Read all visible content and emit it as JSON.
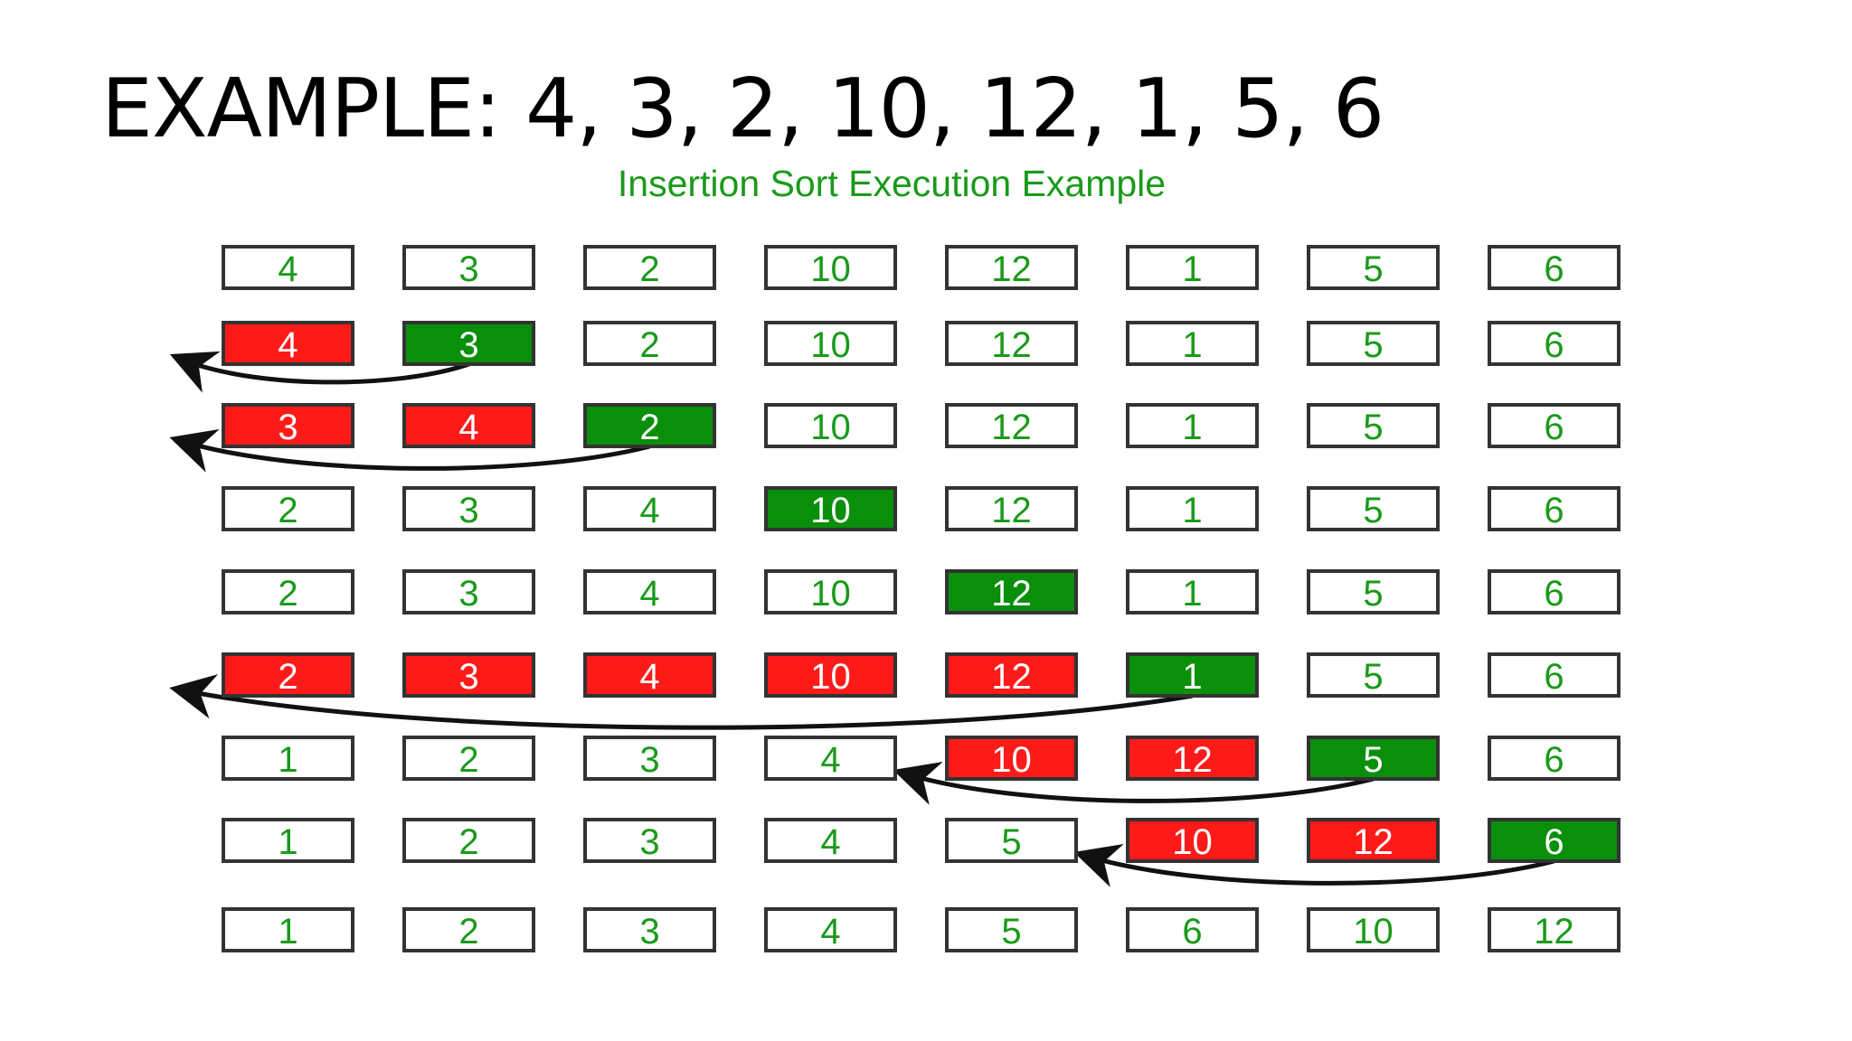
{
  "slide": {
    "title": "EXAMPLE: 4, 3, 2, 10, 12, 1, 5, 6"
  },
  "diagram": {
    "title": "Insertion Sort Execution Example",
    "colors": {
      "default_fill": "#ffffff",
      "default_text": "#1a9a1a",
      "shifted_fill": "#ff1a1a",
      "current_fill": "#0a8f0a",
      "highlight_text": "#ffffff",
      "arrow": "#111111"
    },
    "rows": [
      {
        "values": [
          4,
          3,
          2,
          10,
          12,
          1,
          5,
          6
        ],
        "states": [
          "n",
          "n",
          "n",
          "n",
          "n",
          "n",
          "n",
          "n"
        ],
        "arrow": null
      },
      {
        "values": [
          4,
          3,
          2,
          10,
          12,
          1,
          5,
          6
        ],
        "states": [
          "r",
          "g",
          "n",
          "n",
          "n",
          "n",
          "n",
          "n"
        ],
        "arrow": {
          "from": 1,
          "to": 0
        }
      },
      {
        "values": [
          3,
          4,
          2,
          10,
          12,
          1,
          5,
          6
        ],
        "states": [
          "r",
          "r",
          "g",
          "n",
          "n",
          "n",
          "n",
          "n"
        ],
        "arrow": {
          "from": 2,
          "to": 0
        }
      },
      {
        "values": [
          2,
          3,
          4,
          10,
          12,
          1,
          5,
          6
        ],
        "states": [
          "n",
          "n",
          "n",
          "g",
          "n",
          "n",
          "n",
          "n"
        ],
        "arrow": null
      },
      {
        "values": [
          2,
          3,
          4,
          10,
          12,
          1,
          5,
          6
        ],
        "states": [
          "n",
          "n",
          "n",
          "n",
          "g",
          "n",
          "n",
          "n"
        ],
        "arrow": null
      },
      {
        "values": [
          2,
          3,
          4,
          10,
          12,
          1,
          5,
          6
        ],
        "states": [
          "r",
          "r",
          "r",
          "r",
          "r",
          "g",
          "n",
          "n"
        ],
        "arrow": {
          "from": 5,
          "to": 0
        }
      },
      {
        "values": [
          1,
          2,
          3,
          4,
          10,
          12,
          5,
          6
        ],
        "states": [
          "n",
          "n",
          "n",
          "n",
          "r",
          "r",
          "g",
          "n"
        ],
        "arrow": {
          "from": 6,
          "to": 4
        }
      },
      {
        "values": [
          1,
          2,
          3,
          4,
          5,
          10,
          12,
          6
        ],
        "states": [
          "n",
          "n",
          "n",
          "n",
          "n",
          "r",
          "r",
          "g"
        ],
        "arrow": {
          "from": 7,
          "to": 5
        }
      },
      {
        "values": [
          1,
          2,
          3,
          4,
          5,
          6,
          10,
          12
        ],
        "states": [
          "n",
          "n",
          "n",
          "n",
          "n",
          "n",
          "n",
          "n"
        ],
        "arrow": null
      }
    ]
  }
}
